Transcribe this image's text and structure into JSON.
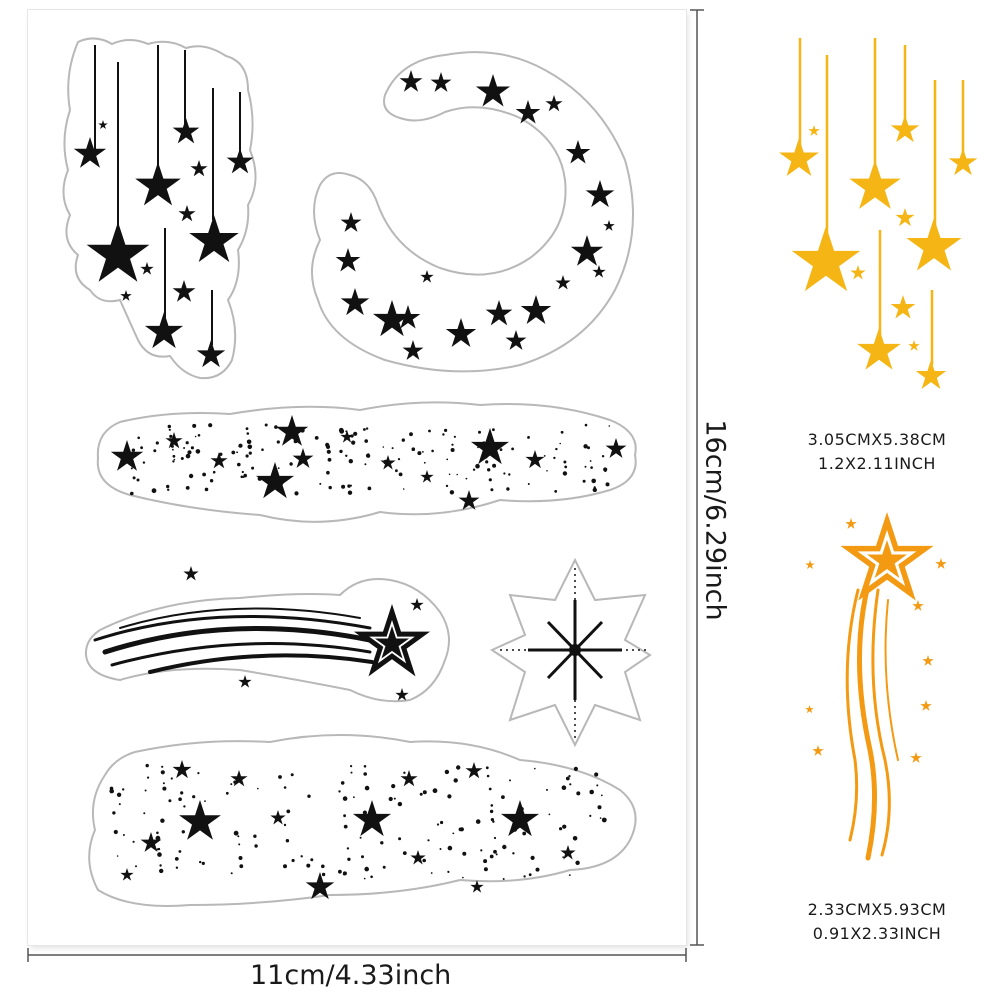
{
  "dimensions": {
    "sheet_width": "11cm/4.33inch",
    "sheet_height": "16cm/6.29inch"
  },
  "previews": [
    {
      "name": "falling-stars",
      "line1": "3.05CMX5.38CM",
      "line2": "1.2X2.11INCH",
      "color": "#F5B514"
    },
    {
      "name": "shooting-star",
      "line1": "2.33CMX5.93CM",
      "line2": "0.91X2.33INCH",
      "color": "#F39A12"
    }
  ],
  "colors": {
    "stamp_ink": "#111111",
    "stamp_outline": "#b8b8b8"
  }
}
